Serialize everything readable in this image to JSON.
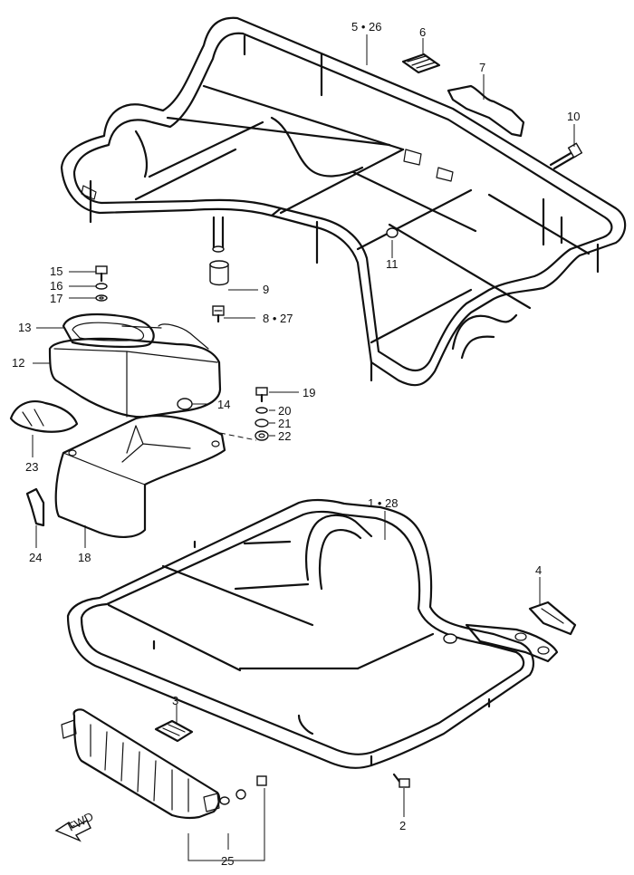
{
  "labels": {
    "p1": "1 • 28",
    "p2": "2",
    "p3": "3",
    "p4": "4",
    "p5": "5 • 26",
    "p6": "6",
    "p7": "7",
    "p8": "8 • 27",
    "p9": "9",
    "p10": "10",
    "p11": "11",
    "p12": "12",
    "p13": "13",
    "p14": "14",
    "p15": "15",
    "p16": "16",
    "p17": "17",
    "p18": "18",
    "p19": "19",
    "p20": "20",
    "p21": "21",
    "p22": "22",
    "p23": "23",
    "p24": "24",
    "p25": "25"
  },
  "fwd": "FWD"
}
